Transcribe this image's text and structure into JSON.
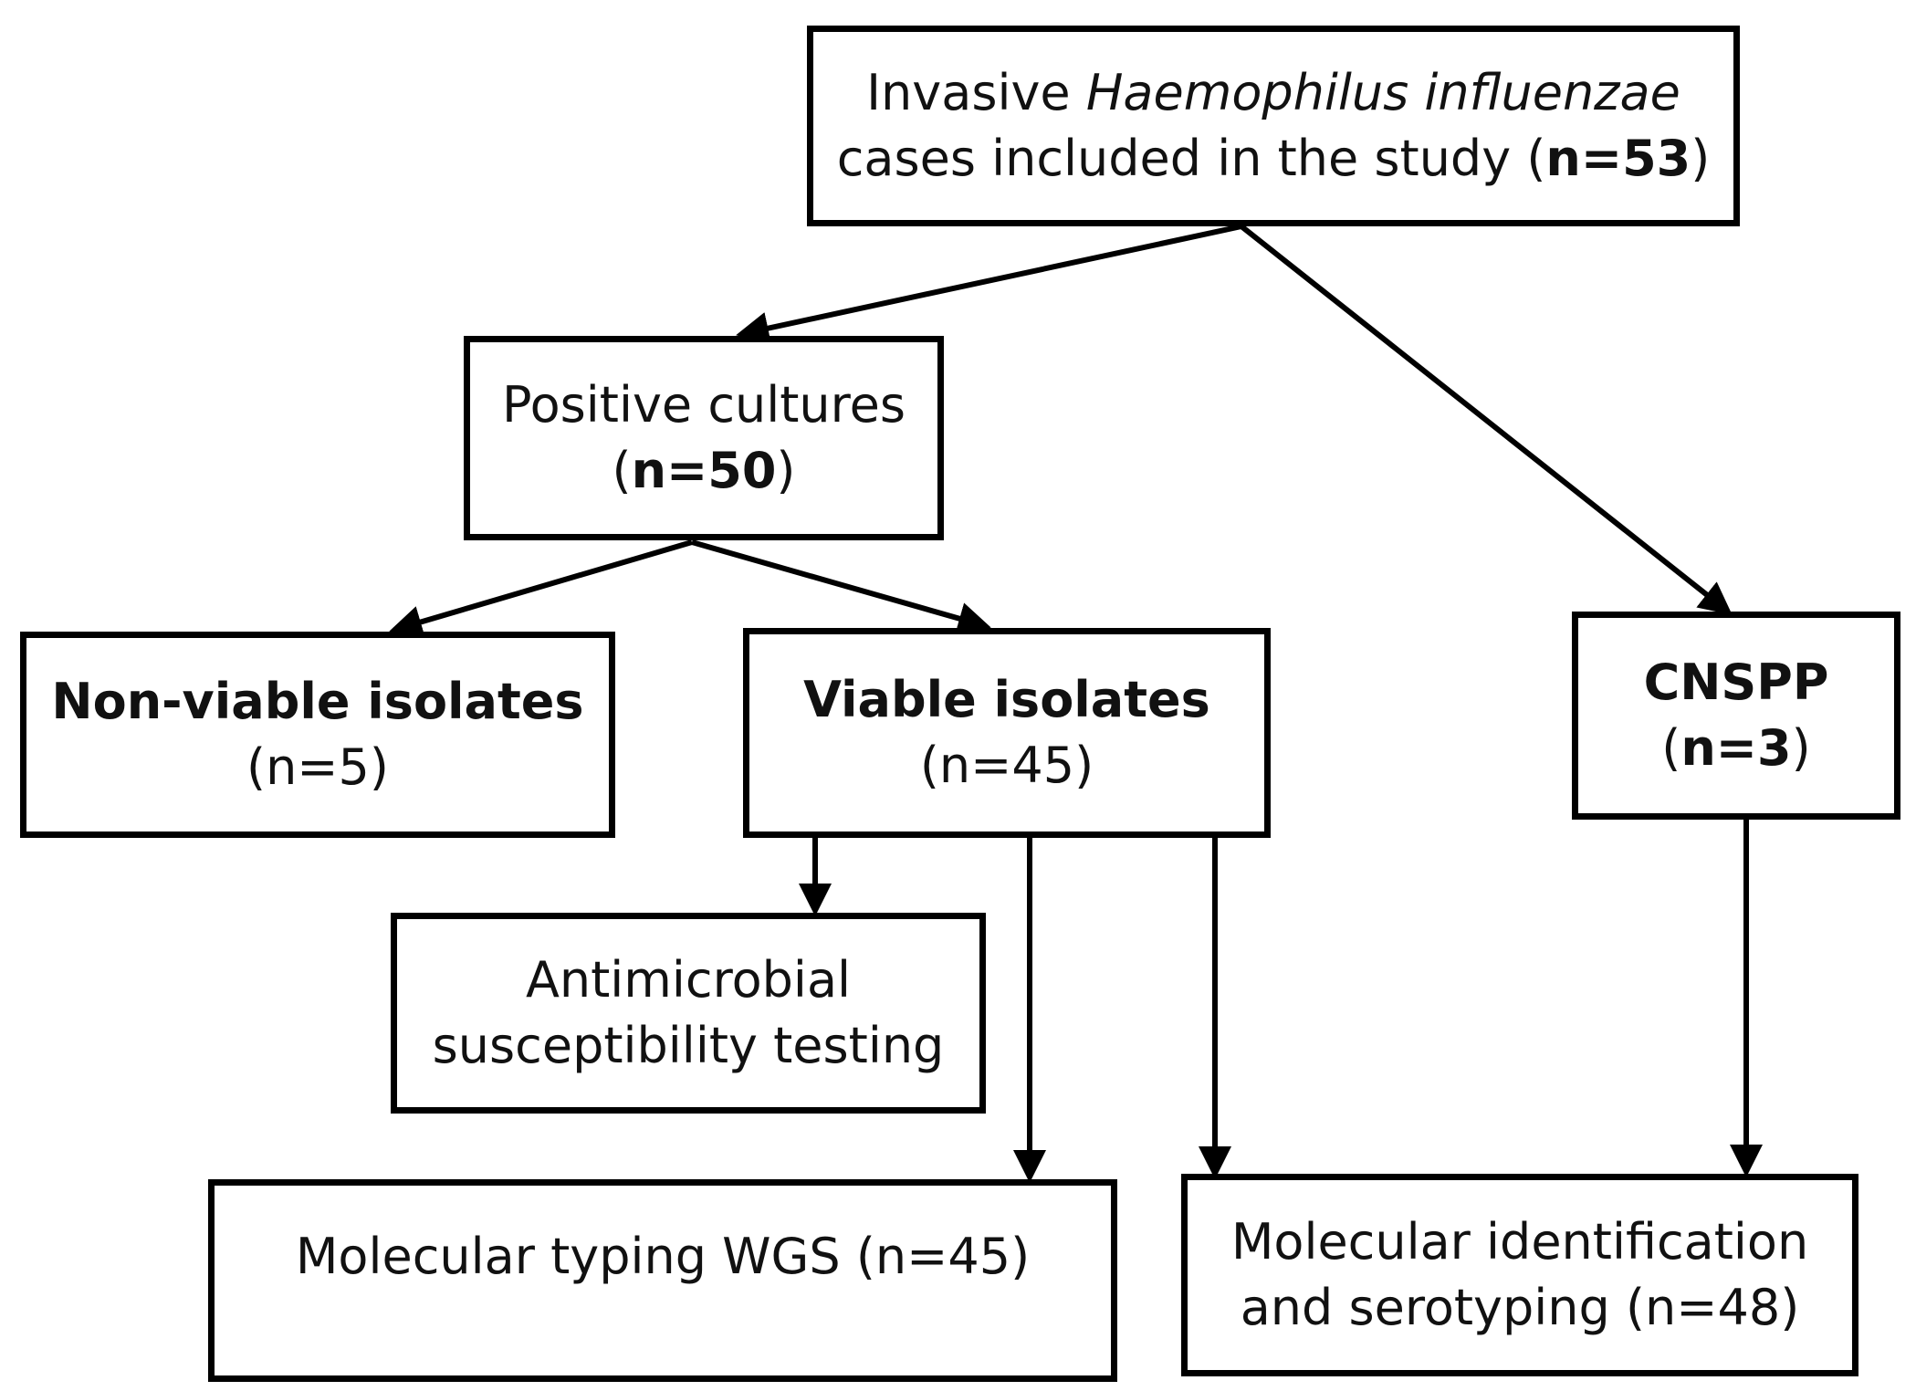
{
  "nodes": {
    "total": {
      "line1_prefix": "Invasive ",
      "line1_italic": "Haemophilus influenzae",
      "line2_prefix": "cases included in the study (",
      "line2_bold": "n=53",
      "line2_suffix": ")"
    },
    "positive": {
      "line1": "Positive cultures",
      "line2_prefix": "(",
      "line2_bold": "n=50",
      "line2_suffix": ")"
    },
    "nonviable": {
      "line1": "Non-viable isolates",
      "line2": "(n=5)"
    },
    "viable": {
      "line1": "Viable isolates",
      "line2": "(n=45)"
    },
    "cnspp": {
      "line1": "CNSPP",
      "line2_prefix": "(",
      "line2_bold": "n=3",
      "line2_suffix": ")"
    },
    "ast": {
      "line1": "Antimicrobial",
      "line2": "susceptibility testing"
    },
    "wgs": {
      "line1": "Molecular typing WGS (n=45)"
    },
    "serotyping": {
      "line1": "Molecular identification",
      "line2": "and serotyping (n=48)"
    }
  },
  "edges": [
    {
      "from": "total",
      "to": "positive"
    },
    {
      "from": "total",
      "to": "cnspp"
    },
    {
      "from": "positive",
      "to": "nonviable"
    },
    {
      "from": "positive",
      "to": "viable"
    },
    {
      "from": "viable",
      "to": "ast"
    },
    {
      "from": "viable",
      "to": "wgs"
    },
    {
      "from": "viable",
      "to": "serotyping"
    },
    {
      "from": "cnspp",
      "to": "serotyping"
    }
  ]
}
